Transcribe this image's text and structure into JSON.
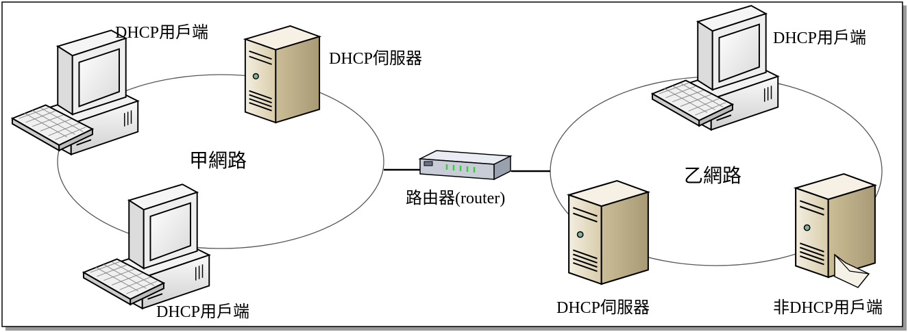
{
  "networks": {
    "a": {
      "name": "甲網路"
    },
    "b": {
      "name": "乙網路"
    }
  },
  "router": {
    "label": "路由器(router)"
  },
  "nodes": {
    "a_client_top": {
      "label": "DHCP用戶端",
      "icon": "desktop-computer-icon"
    },
    "a_server": {
      "label": "DHCP伺服器",
      "icon": "server-tower-icon"
    },
    "a_client_bottom": {
      "label": "DHCP用戶端",
      "icon": "desktop-computer-icon"
    },
    "b_client": {
      "label": "DHCP用戶端",
      "icon": "desktop-computer-icon"
    },
    "b_server": {
      "label": "DHCP伺服器",
      "icon": "server-tower-icon"
    },
    "b_non_client": {
      "label": "非DHCP用戶端",
      "icon": "server-with-envelope-icon"
    }
  },
  "colors": {
    "frame": "#000000",
    "ring": "#555555",
    "server_body": "#e0d6bc",
    "router_led": "#37d037"
  }
}
